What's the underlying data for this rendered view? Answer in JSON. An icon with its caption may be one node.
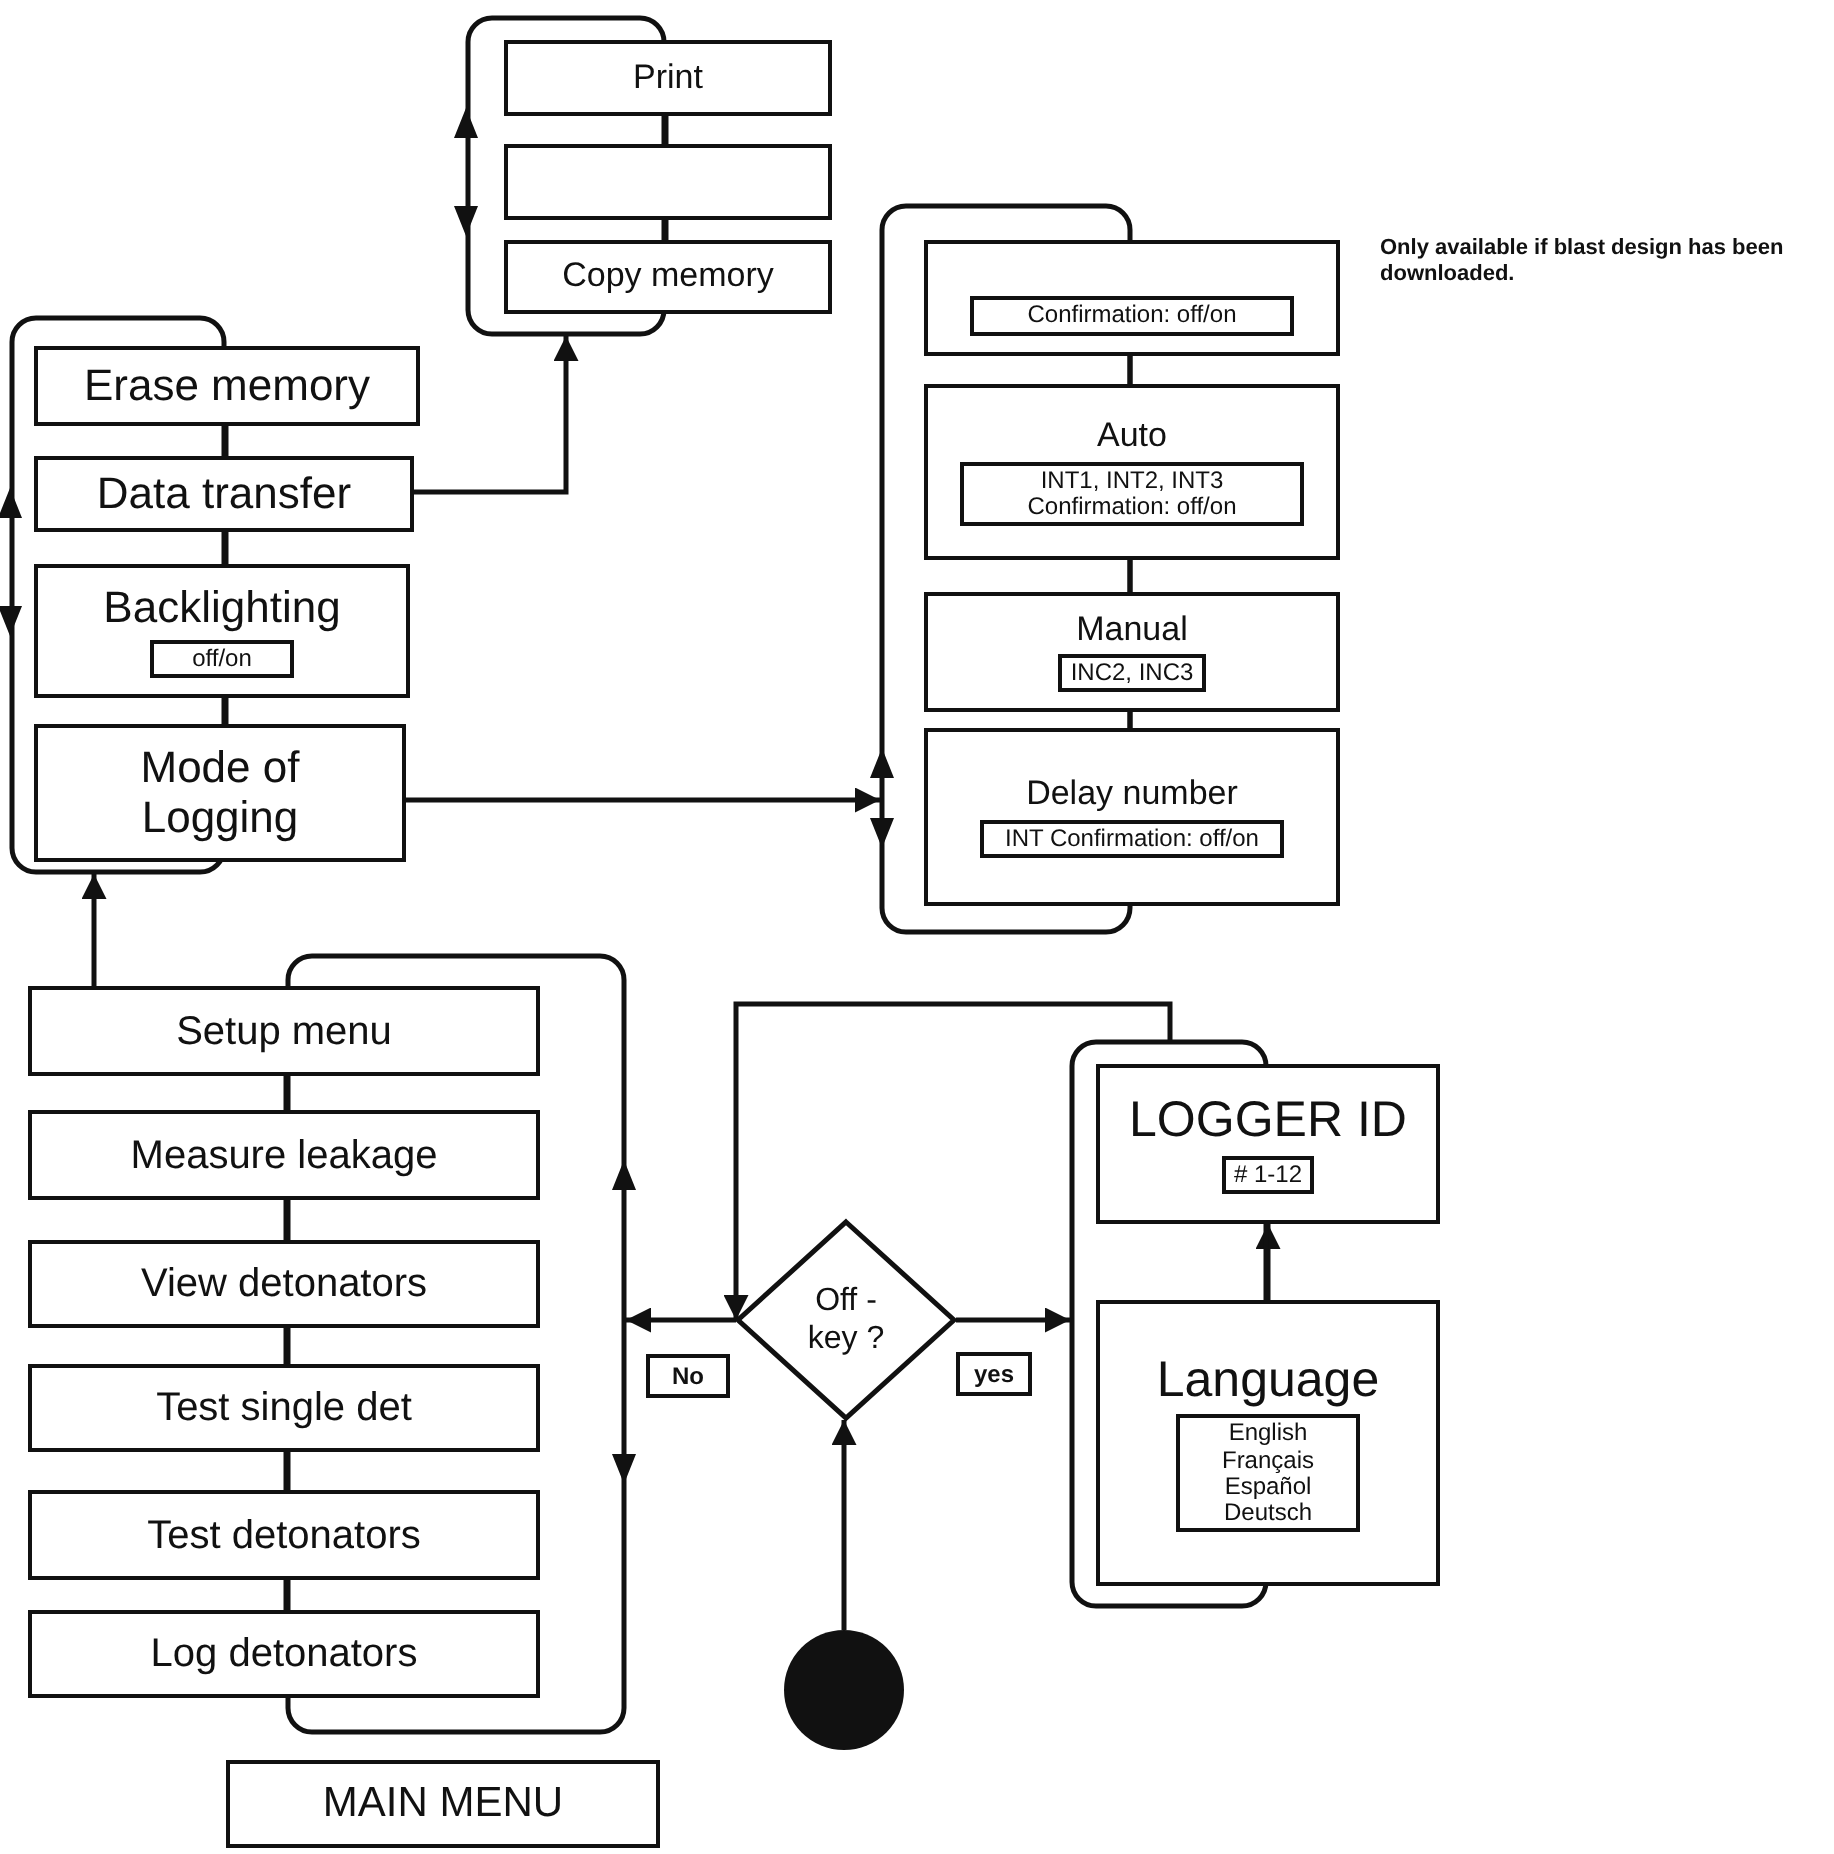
{
  "diagram": {
    "nodes": [
      {
        "text": [],
        "shape": "box"
      },
      {
        "text": [
          "Print"
        ]
      },
      {
        "text": [],
        "shape": "box"
      },
      {
        "text": [
          "Copy memory"
        ]
      },
      {
        "text": [],
        "shape": "box"
      },
      {
        "text": [
          "Erase memory"
        ]
      },
      {
        "text": [
          "Data transfer"
        ]
      },
      {
        "text": [
          "Backlighting",
          "off/on"
        ]
      },
      {
        "text": [
          "Mode of Logging"
        ]
      },
      {
        "text": [],
        "shape": "box"
      },
      {
        "text": [
          "Confirmation: off/on"
        ]
      },
      {
        "text": [
          "Auto",
          "INT1, INT2, INT3 Confirmation: off/on"
        ]
      },
      {
        "text": [
          "Manual",
          "INC2, INC3"
        ]
      },
      {
        "text": [
          "Delay number",
          "INT Confirmation: off/on"
        ]
      },
      {
        "text": [],
        "shape": "box"
      },
      {
        "text": [
          "Setup menu"
        ]
      },
      {
        "text": [
          "Measure leakage"
        ]
      },
      {
        "text": [
          "View detonators"
        ]
      },
      {
        "text": [
          "Test single det"
        ]
      },
      {
        "text": [
          "Test detonators"
        ]
      },
      {
        "text": [
          "Log detonators"
        ]
      },
      {
        "text": [
          "MAIN MENU"
        ]
      },
      {
        "text": [
          "Off - key ?"
        ]
      },
      {
        "text": [],
        "shape": "box"
      },
      {
        "text": [
          "LOGGER ID",
          "# 1-12"
        ]
      },
      {
        "text": [
          "Language",
          "English Français Español Deutsch"
        ]
      },
      {
        "text": [],
        "shape": "circle"
      }
    ],
    "edges": [
      {
        "from": 1,
        "to": 2,
        "arrow": "none"
      },
      {
        "from": 2,
        "to": 3,
        "arrow": "none"
      },
      {
        "from": 6,
        "to": 0,
        "arrow": "to"
      },
      {
        "from": 5,
        "to": 6,
        "arrow": "none"
      },
      {
        "from": 6,
        "to": 7,
        "arrow": "none"
      },
      {
        "from": 7,
        "to": 8,
        "arrow": "none"
      },
      {
        "from": 15,
        "to": 4,
        "arrow": "to"
      },
      {
        "from": 8,
        "to": 9,
        "arrow": "to"
      },
      {
        "from": 10,
        "to": 11,
        "arrow": "none"
      },
      {
        "from": 11,
        "to": 12,
        "arrow": "none"
      },
      {
        "from": 12,
        "to": 13,
        "arrow": "none"
      },
      {
        "from": 15,
        "to": 16,
        "arrow": "none"
      },
      {
        "from": 16,
        "to": 17,
        "arrow": "none"
      },
      {
        "from": 17,
        "to": 18,
        "arrow": "none"
      },
      {
        "from": 18,
        "to": 19,
        "arrow": "none"
      },
      {
        "from": 19,
        "to": 20,
        "arrow": "none"
      },
      {
        "from": 22,
        "to": 14,
        "arrow": "to",
        "label": "No"
      },
      {
        "from": 22,
        "to": 23,
        "arrow": "to",
        "label": "yes"
      },
      {
        "from": 23,
        "to": 22,
        "arrow": "to"
      },
      {
        "from": 25,
        "to": 24,
        "arrow": "to"
      },
      {
        "from": 26,
        "to": 22,
        "arrow": "to"
      }
    ],
    "labels": [
      "Only available if blast design has been downloaded."
    ]
  }
}
